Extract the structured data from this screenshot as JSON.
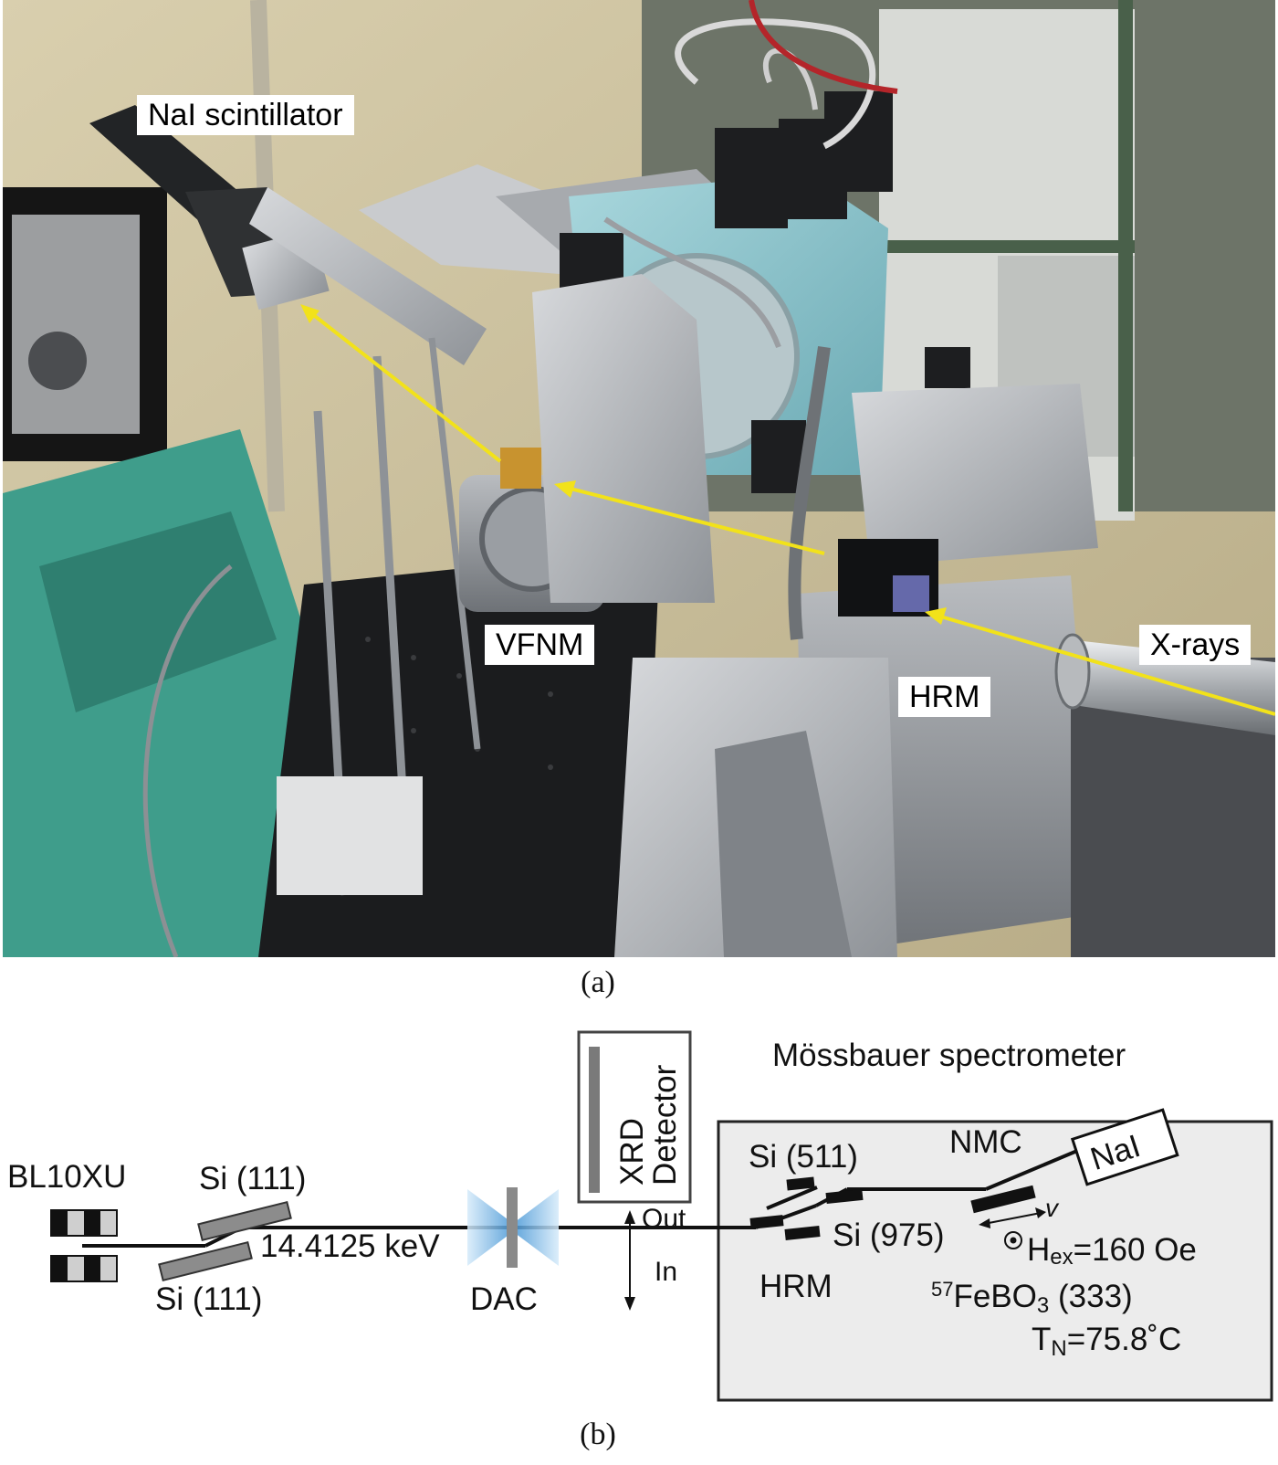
{
  "panel_a": {
    "caption": "(a)",
    "labels": {
      "nai_scintillator": "NaI scintillator",
      "vfnm": "VFNM",
      "x_rays": "X-rays",
      "hrm": "HRM"
    },
    "colors": {
      "beam": "#f2e21a",
      "label_bg": "#ffffff"
    }
  },
  "panel_b": {
    "caption": "(b)",
    "beamline": "BL10XU",
    "mono_upper": "Si (111)",
    "mono_lower": "Si (111)",
    "energy": "14.4125 keV",
    "dac": "DAC",
    "xrd_detector_line1": "XRD",
    "xrd_detector_line2": "Detector",
    "out_label": "Out",
    "in_label": "In",
    "spectrometer_title": "Mössbauer spectrometer",
    "si_511": "Si (511)",
    "si_975": "Si (975)",
    "nmc": "NMC",
    "nai": "NaI",
    "velocity": "v",
    "hrm": "HRM",
    "field_symbol": "H",
    "field_subscript": "ex",
    "field_value": "=160 Oe",
    "crystal_isotope": "57",
    "crystal_formula_a": "FeBO",
    "crystal_formula_sub": "3",
    "crystal_formula_b": " (333)",
    "neel_symbol": "T",
    "neel_subscript": "N",
    "neel_value": "=75.8˚C",
    "colors": {
      "box_fill": "#ececec",
      "crystal": "#8c8c8c",
      "dac_blue": "#6db3e6"
    }
  }
}
